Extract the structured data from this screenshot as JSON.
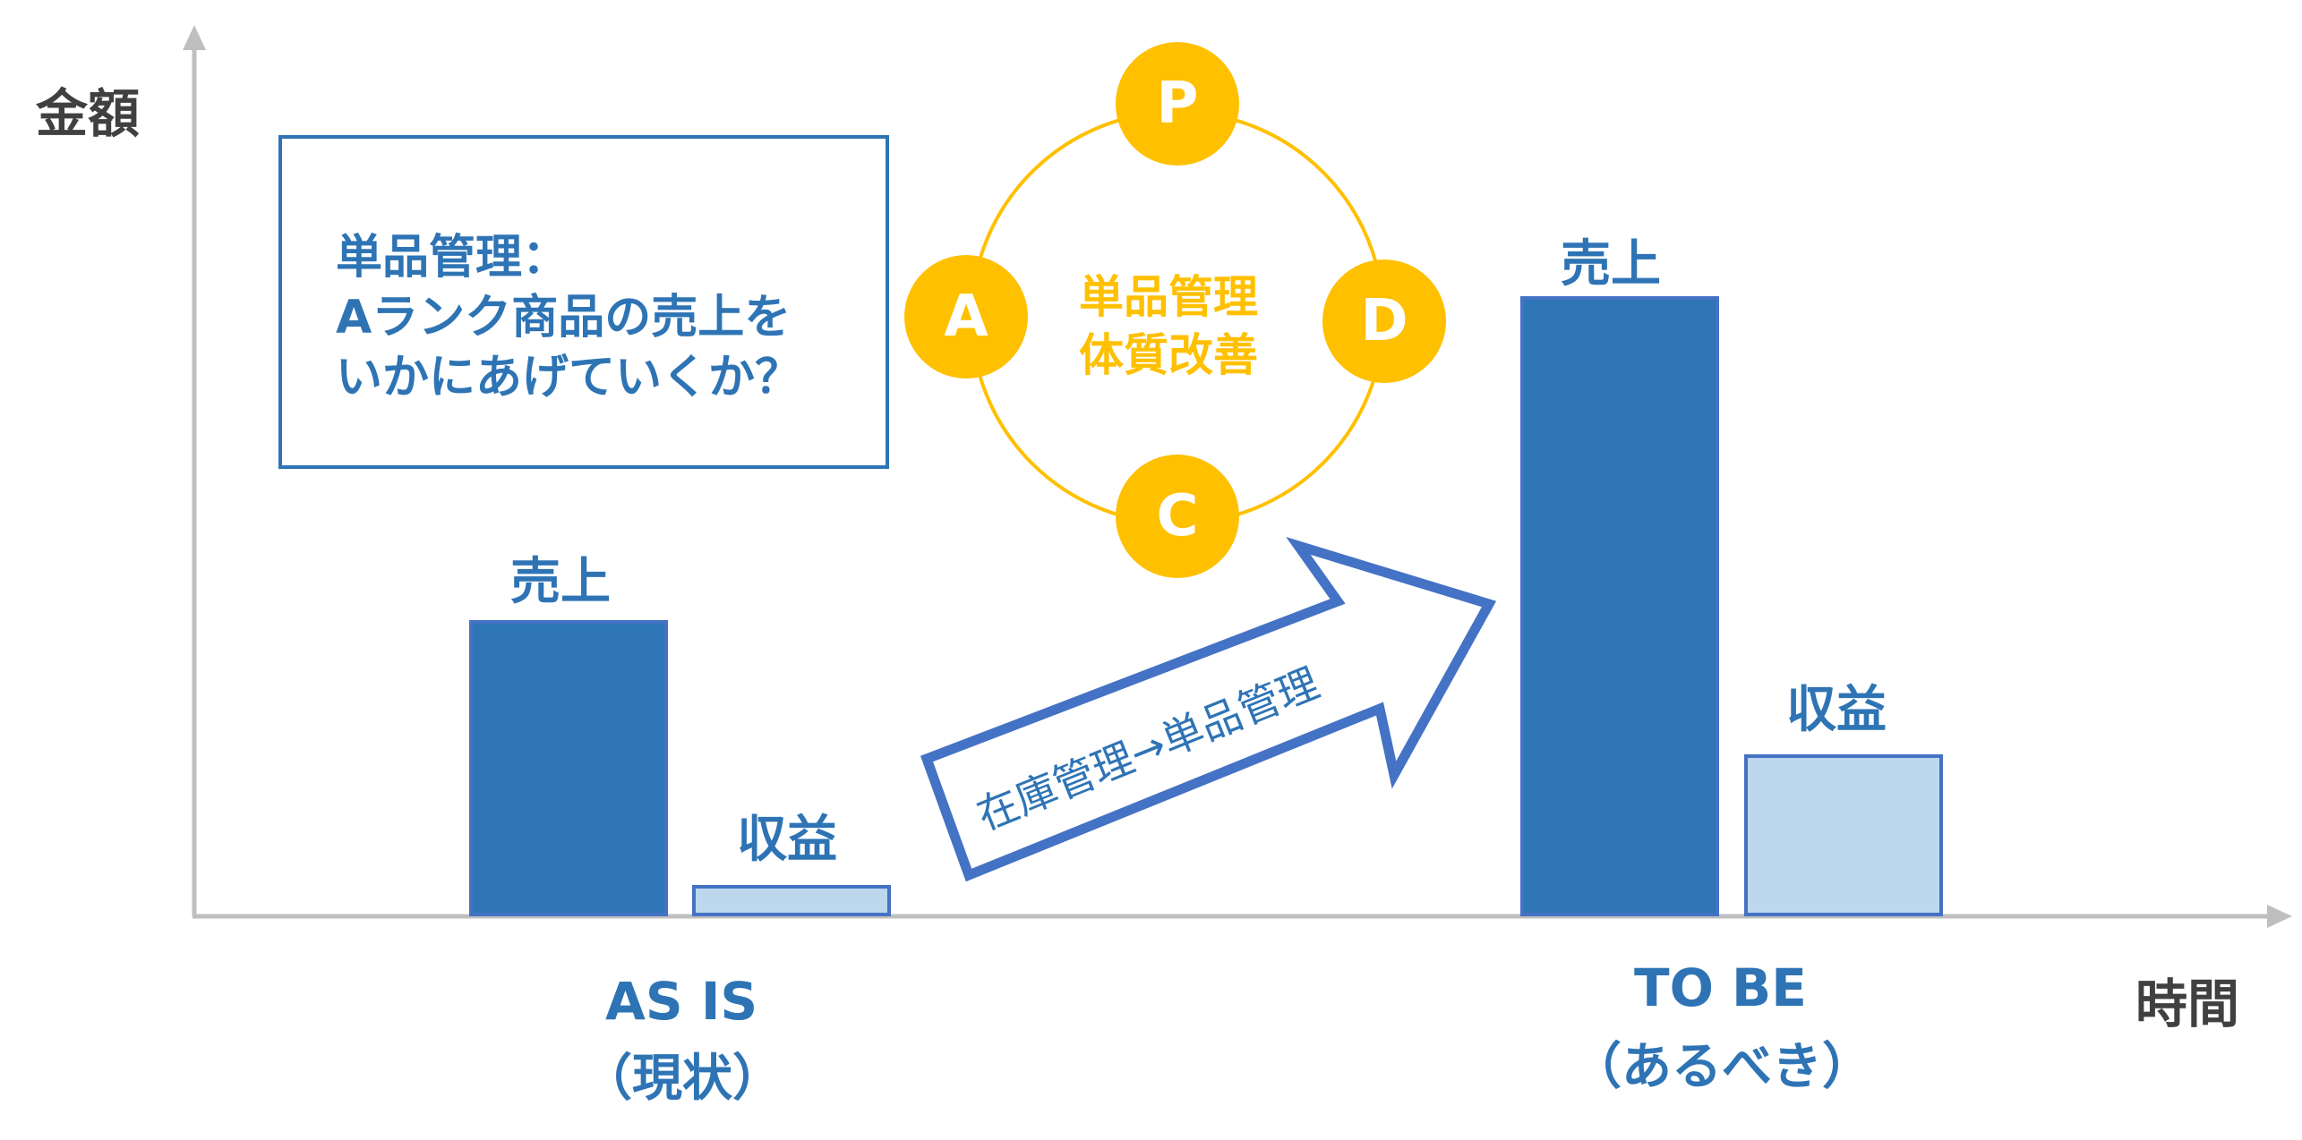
{
  "axes": {
    "y_label": "金額",
    "x_label": "時間"
  },
  "question_box": {
    "lines": [
      "単品管理：",
      "Aランク商品の売上を",
      "いかにあげていくか？"
    ]
  },
  "pdca": {
    "nodes": {
      "top": "P",
      "right": "D",
      "bottom": "C",
      "left": "A"
    },
    "center_lines": [
      "単品管理",
      "体質改善"
    ]
  },
  "transition_arrow": {
    "label": "在庫管理→単品管理"
  },
  "groups": {
    "as_is": {
      "label_line1": "AS IS",
      "label_line2": "（現状）",
      "sales_label": "売上",
      "profit_label": "収益"
    },
    "to_be": {
      "label_line1": "TO BE",
      "label_line2": "（あるべき）",
      "sales_label": "売上",
      "profit_label": "収益"
    }
  },
  "colors": {
    "sales_bar": "#2E75B6",
    "profit_bar": "#BDD7EE",
    "bar_border": "#4472C4",
    "text_blue": "#2E74B5",
    "pdca": "#FFC000",
    "axis": "#BFBFBF",
    "arrow_border": "#4472C4"
  },
  "chart_data": {
    "type": "bar",
    "categories": [
      "AS IS（現状）",
      "TO BE（あるべき）"
    ],
    "series": [
      {
        "name": "売上",
        "values": [
          33,
          69
        ]
      },
      {
        "name": "収益",
        "values": [
          3.5,
          18
        ]
      }
    ],
    "ylabel": "金額",
    "xlabel": "時間",
    "ylim": [
      0,
      100
    ]
  }
}
